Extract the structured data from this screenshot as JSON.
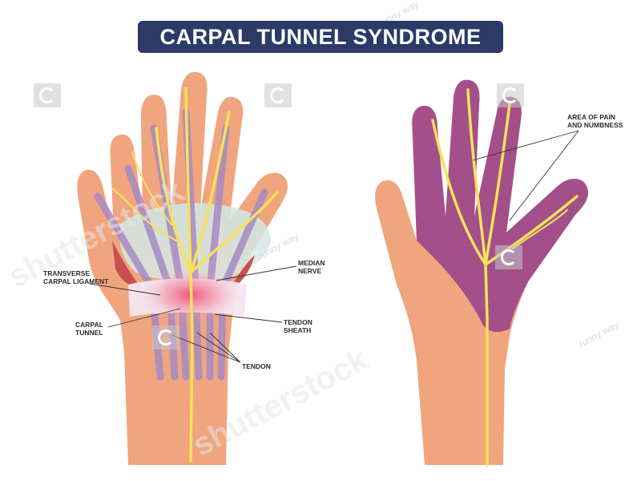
{
  "title": "CARPAL TUNNEL SYNDROME",
  "labels": {
    "transverse_carpal_ligament": "TRANSVERSE\nCARPAL LIGAMENT",
    "median_nerve": "MEDIAN\nNERVE",
    "carpal_tunnel": "CARPAL\nTUNNEL",
    "tendon_sheath": "TENDON\nSHEATH",
    "tendon": "TENDON",
    "area_of_pain": "AREA OF PAIN\nAND NUMBNESS"
  },
  "watermark": {
    "brand": "shutterstock",
    "artist": "runny way"
  },
  "colors": {
    "banner": "#2b3a66",
    "skin": "#f0a57e",
    "skin_dark": "#e08c66",
    "nerve": "#f7e15a",
    "tendon": "#a78bc4",
    "pain_area": "#a3508a",
    "ligament": "#f4e6f0",
    "inflammation": "#ee3b62",
    "muscle": "#c85050"
  }
}
